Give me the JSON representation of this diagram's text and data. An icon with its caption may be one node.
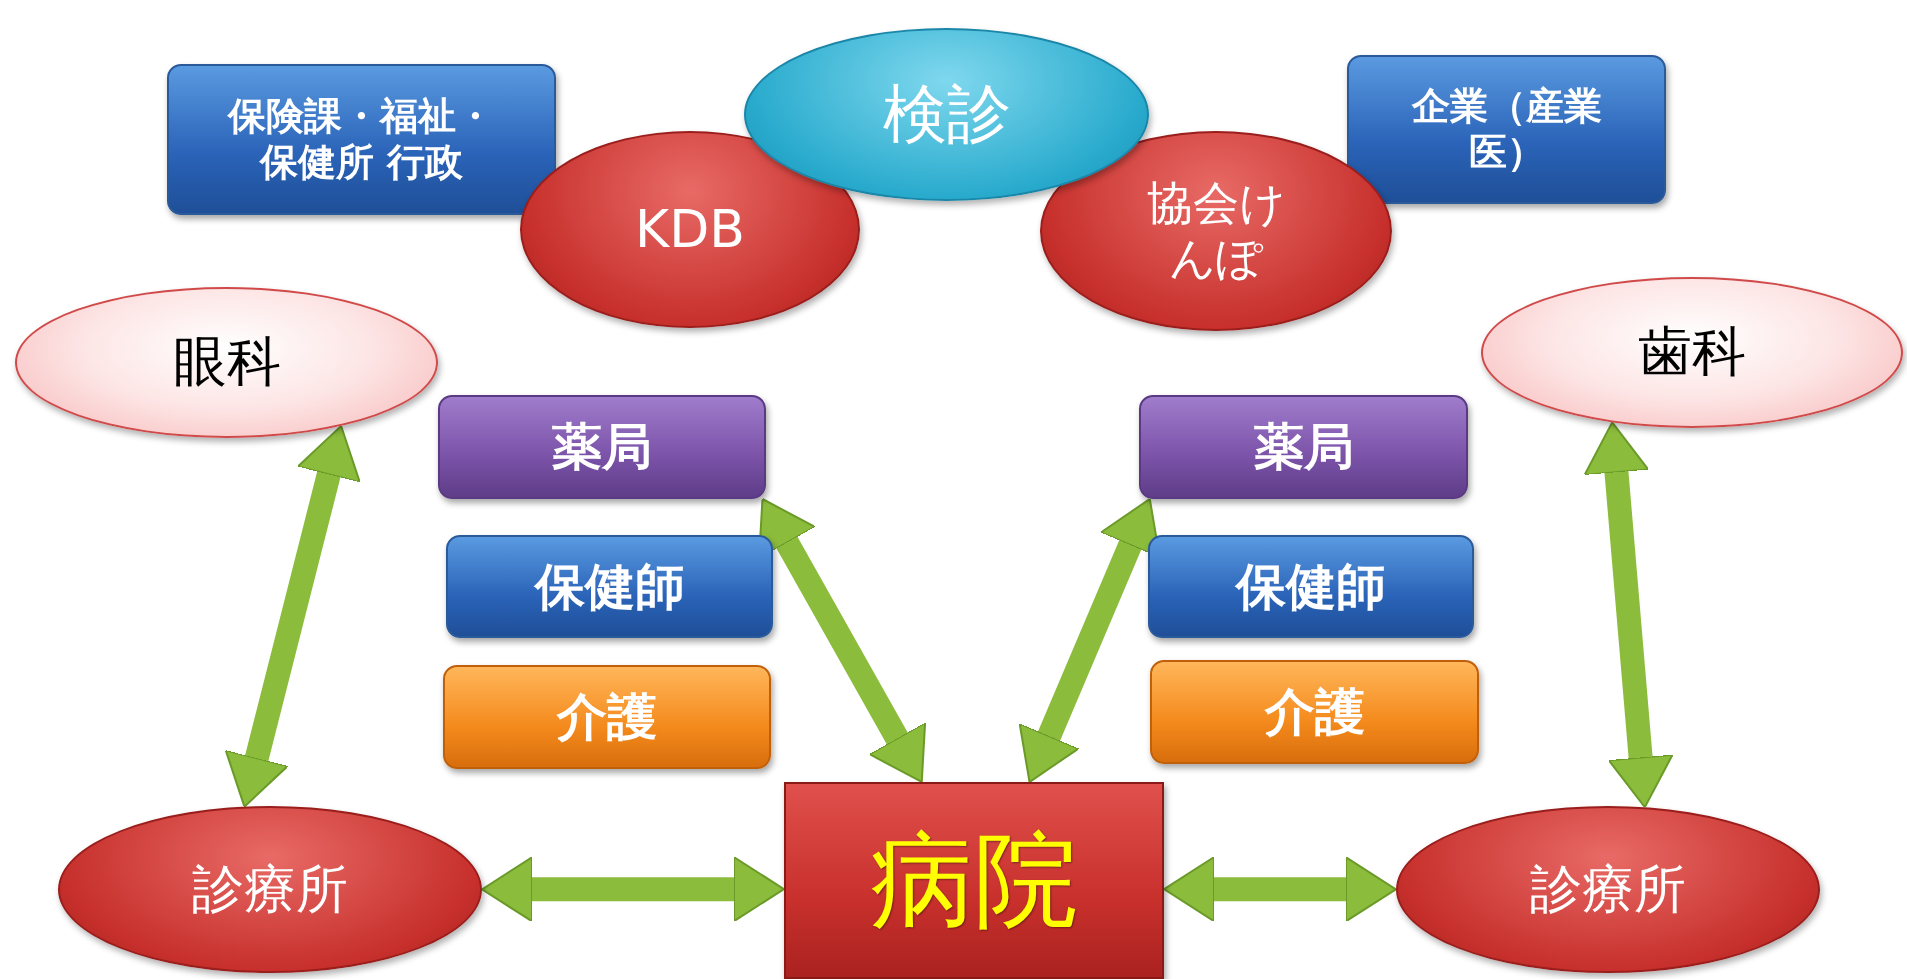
{
  "diagram": {
    "nodes": [
      {
        "text": [
          "保険課・福祉・保健所 行政"
        ]
      },
      {
        "text": [
          "検診"
        ]
      },
      {
        "text": [
          "KDB"
        ]
      },
      {
        "text": [
          "協会けんぽ"
        ]
      },
      {
        "text": [
          "企業（産業医）"
        ]
      },
      {
        "text": [
          "眼科"
        ]
      },
      {
        "text": [
          "歯科"
        ]
      },
      {
        "text": [
          "薬局"
        ]
      },
      {
        "text": [
          "保健師"
        ]
      },
      {
        "text": [
          "介護"
        ]
      },
      {
        "text": [
          "薬局"
        ]
      },
      {
        "text": [
          "保健師"
        ]
      },
      {
        "text": [
          "介護"
        ]
      },
      {
        "text": [
          "診療所"
        ]
      },
      {
        "text": [
          "病院"
        ]
      },
      {
        "text": [
          "診療所"
        ]
      }
    ],
    "edges": [
      {
        "from": 5,
        "to": 13,
        "arrow": "both"
      },
      {
        "from": 7,
        "to": 14,
        "arrow": "both"
      },
      {
        "from": 10,
        "to": 14,
        "arrow": "both"
      },
      {
        "from": 6,
        "to": 15,
        "arrow": "both"
      },
      {
        "from": 13,
        "to": 14,
        "arrow": "both"
      },
      {
        "from": 14,
        "to": 15,
        "arrow": "both"
      }
    ]
  }
}
